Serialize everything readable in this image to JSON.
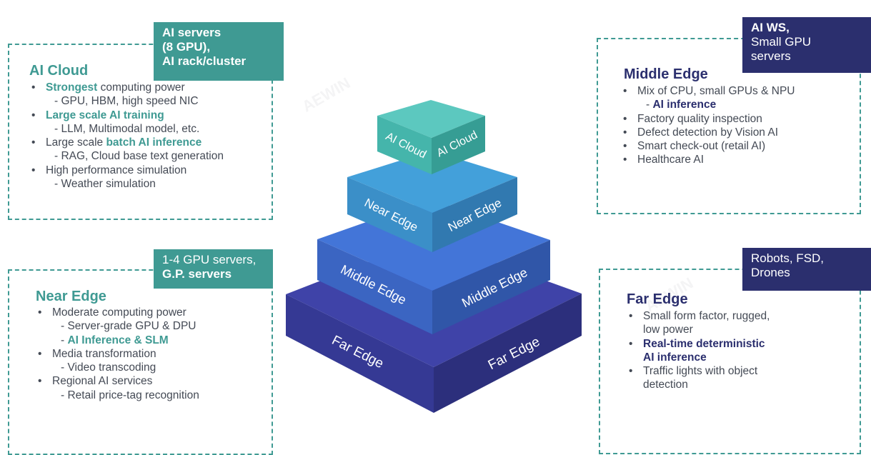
{
  "colors": {
    "teal": "#3f9a93",
    "navy": "#2b2f6e",
    "cloud": "#42bcb2",
    "near": "#3d95d1",
    "middle": "#3e6dd0",
    "far": "#3a3e9c"
  },
  "pyramid": {
    "cloud": {
      "left": "AI Cloud",
      "right": "AI Cloud"
    },
    "near": {
      "left": "Near Edge",
      "right": "Near Edge"
    },
    "middle": {
      "left": "Middle Edge",
      "right": "Middle Edge"
    },
    "far": {
      "left": "Far Edge",
      "right": "Far Edge"
    }
  },
  "ai_cloud": {
    "tag": [
      "AI servers",
      "(8 GPU),",
      "AI rack/cluster"
    ],
    "title": "AI Cloud",
    "items": [
      {
        "type": "main",
        "bold": "Strongest",
        "text": " computing power"
      },
      {
        "type": "sub",
        "text": "- GPU, HBM, high speed NIC"
      },
      {
        "type": "main",
        "bold": "Large scale AI training",
        "text": ""
      },
      {
        "type": "sub",
        "text": "- LLM, Multimodal model, etc."
      },
      {
        "type": "main",
        "pre": "Large scale ",
        "bold": "batch AI inference",
        "text": ""
      },
      {
        "type": "sub",
        "text": "- RAG, Cloud base text generation"
      },
      {
        "type": "main",
        "text": "High performance simulation"
      },
      {
        "type": "sub",
        "text": "-  Weather simulation"
      }
    ]
  },
  "near_edge": {
    "tag": [
      "1-4 GPU servers,",
      "G.P. servers"
    ],
    "title": "Near Edge",
    "items": [
      {
        "type": "main",
        "text": "Moderate computing power"
      },
      {
        "type": "sub",
        "text": "- Server-grade GPU & DPU"
      },
      {
        "type": "sub",
        "pre": "- ",
        "bold": "AI Inference & SLM",
        "text": ""
      },
      {
        "type": "main",
        "text": "Media transformation"
      },
      {
        "type": "sub",
        "text": "- Video transcoding"
      },
      {
        "type": "main",
        "text": "Regional AI services"
      },
      {
        "type": "sub",
        "text": "- Retail price-tag recognition"
      }
    ]
  },
  "middle_edge": {
    "tag": [
      "AI WS,",
      "Small GPU",
      "servers"
    ],
    "title": "Middle Edge",
    "items": [
      {
        "type": "main",
        "text": "Mix of CPU, small GPUs & NPU"
      },
      {
        "type": "sub",
        "pre": "- ",
        "bold": "AI inference",
        "text": ""
      },
      {
        "type": "main",
        "text": "Factory quality inspection"
      },
      {
        "type": "main",
        "text": "Defect detection by Vision AI"
      },
      {
        "type": "main",
        "text": "Smart check-out (retail AI)"
      },
      {
        "type": "main",
        "text": "Healthcare AI"
      }
    ]
  },
  "far_edge": {
    "tag": [
      "Robots, FSD,",
      "Drones"
    ],
    "title": "Far Edge",
    "items": [
      {
        "type": "main",
        "text": "Small form factor, rugged,"
      },
      {
        "type": "cont",
        "text": "low power"
      },
      {
        "type": "main",
        "bold": "Real-time deterministic",
        "text": ""
      },
      {
        "type": "cont",
        "bold": "AI inference",
        "text": ""
      },
      {
        "type": "main",
        "text": "Traffic lights with object"
      },
      {
        "type": "cont",
        "text": "detection"
      }
    ]
  }
}
